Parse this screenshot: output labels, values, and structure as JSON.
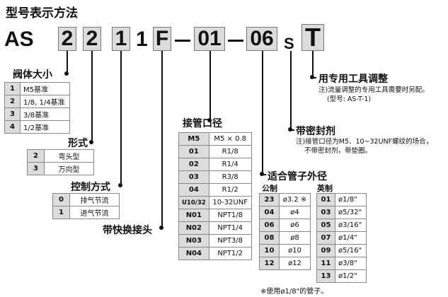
{
  "title": "型号表示方法",
  "model_code": {
    "prefix": "AS",
    "box1": "2",
    "box2": "2",
    "box3": "1",
    "mid1": "1",
    "mid2": "F",
    "box4": "01",
    "box5": "06",
    "s": "S",
    "t": "T"
  },
  "body_size": {
    "label": "阀体大小",
    "rows": [
      {
        "key": "1",
        "value": "M5基准"
      },
      {
        "key": "2",
        "value": "1/8, 1/4基准"
      },
      {
        "key": "3",
        "value": "3/8基准"
      },
      {
        "key": "4",
        "value": "1/2基准"
      }
    ]
  },
  "form": {
    "label": "形式",
    "rows": [
      {
        "key": "2",
        "value": "弯头型"
      },
      {
        "key": "3",
        "value": "万向型"
      }
    ]
  },
  "control": {
    "label": "控制方式",
    "rows": [
      {
        "key": "0",
        "value": "排气节流"
      },
      {
        "key": "1",
        "value": "进气节流"
      }
    ]
  },
  "quick_fitting": {
    "label": "带快换接头"
  },
  "port": {
    "label": "接管口径",
    "rows": [
      {
        "key": "M5",
        "value": "M5 × 0.8"
      },
      {
        "key": "01",
        "value": "R1/8"
      },
      {
        "key": "02",
        "value": "R1/4"
      },
      {
        "key": "03",
        "value": "R3/8"
      },
      {
        "key": "04",
        "value": "R1/2"
      },
      {
        "key": "U10/32",
        "value": "10-32UNF"
      },
      {
        "key": "N01",
        "value": "NPT1/8"
      },
      {
        "key": "N02",
        "value": "NPT1/4"
      },
      {
        "key": "N03",
        "value": "NPT3/8"
      },
      {
        "key": "N04",
        "value": "NPT1/2"
      }
    ]
  },
  "tube": {
    "label": "适合管子外径",
    "metric_label": "公制",
    "inch_label": "英制",
    "metric_rows": [
      {
        "key": "23",
        "value": "ø3.2 ※"
      },
      {
        "key": "04",
        "value": "ø4"
      },
      {
        "key": "06",
        "value": "ø6"
      },
      {
        "key": "08",
        "value": "ø8"
      },
      {
        "key": "10",
        "value": "ø10"
      },
      {
        "key": "12",
        "value": "ø12"
      }
    ],
    "inch_rows": [
      {
        "key": "01",
        "value": "ø1/8\""
      },
      {
        "key": "03",
        "value": "ø5/32\""
      },
      {
        "key": "05",
        "value": "ø3/16\""
      },
      {
        "key": "07",
        "value": "ø1/4\""
      },
      {
        "key": "09",
        "value": "ø5/16\""
      },
      {
        "key": "11",
        "value": "ø3/8\""
      },
      {
        "key": "13",
        "value": "ø1/2\""
      }
    ],
    "footnote": "※使用ø1/8\"的管子。"
  },
  "seal": {
    "label": "带密封剂",
    "note1": "注)接管口径为M5、10~32UNF螺纹的场合，",
    "note2": "不带密封剂，带垫圈。"
  },
  "tool": {
    "label": "用专用工具调整",
    "note1": "注)流量调整的专用工具需要时另配。",
    "note2": "(型号: AS-T-1)"
  }
}
